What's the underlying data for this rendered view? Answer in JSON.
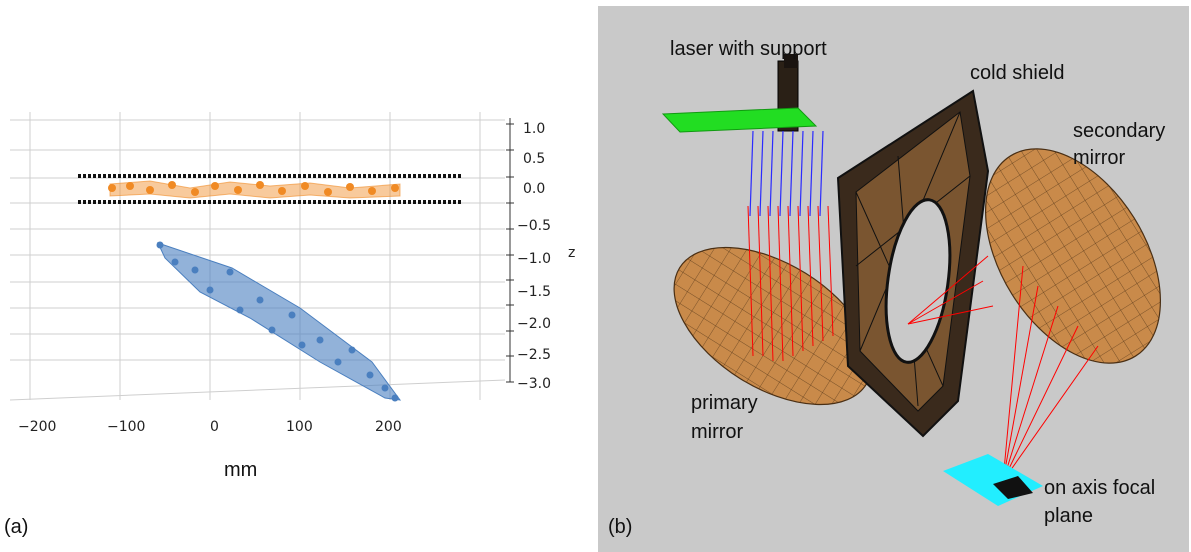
{
  "panel_a": {
    "label": "(a)",
    "xlabel": "mm",
    "zlabel": "z",
    "x_ticks": [
      "−200",
      "−100",
      "0",
      "100",
      "200"
    ],
    "z_ticks": [
      "1.0",
      "0.5",
      "0.0",
      "−0.5",
      "−1.0",
      "−1.5",
      "−2.0",
      "−2.5",
      "−3.0"
    ],
    "colors": {
      "orange_series": "#f08a24",
      "blue_series": "#4a7fbf",
      "black_lines": "#111111",
      "grid": "#cfcfcf"
    }
  },
  "panel_b": {
    "label": "(b)",
    "labels": {
      "laser": "laser with support",
      "cold_shield": "cold shield",
      "secondary_1": "secondary",
      "secondary_2": "mirror",
      "primary_1": "primary",
      "primary_2": "mirror",
      "focal_1": "on axis focal",
      "focal_2": "plane"
    },
    "colors": {
      "background": "#c9c9c9",
      "mirror": "#c98a4a",
      "rays": "#ff0000",
      "rays_blue": "#2a2aff",
      "laser_plane": "#22dd22",
      "focal_plane": "#22eeff",
      "shield": "#3a2a1c"
    }
  }
}
